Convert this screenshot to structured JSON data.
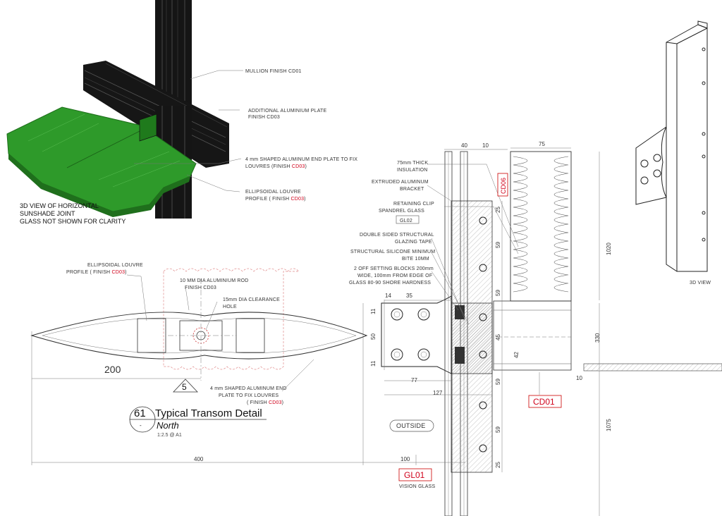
{
  "iso_view": {
    "caption": [
      "3D VIEW OF HORIZONTAL",
      "SUNSHADE JOINT",
      "GLASS NOT SHOWN FOR CLARITY"
    ],
    "labels": {
      "mullion": "MULLION FINISH CD01",
      "plate1": "ADDITIONAL ALUMINIUM PLATE",
      "plate2": "FINISH CD03",
      "endplate1": "4 mm SHAPED ALUMINUM END PLATE TO FIX",
      "endplate2": "LOUVRES (FINISH ",
      "endplate_code": "CD03",
      "endplate_close": ")",
      "louvre1": "ELLIPSOIDAL LOUVRE",
      "louvre2": "PROFILE  ( FINISH ",
      "louvre_code": "CD03",
      "louvre_close": ")"
    },
    "colors": {
      "louvre": "#2e9a2a",
      "louvre_dark": "#1f6f1c",
      "steel": "#141414"
    }
  },
  "right_view": {
    "caption": "3D VIEW"
  },
  "section": {
    "labels": {
      "insulation1": "75mm THICK",
      "insulation2": "INSULATION",
      "bracket1": "EXTRUDED ALUMINUM",
      "bracket2": "BRACKET",
      "clip1": "RETAINING CLIP",
      "spandrel": "SPANDREL GLASS",
      "gl02": "GL02",
      "tape1": "DOUBLE SIDED STRUCTURAL",
      "tape2": "GLAZING TAPE",
      "silicone1": "STRUCTURAL SILICONE MINIMUM",
      "silicone2": "BITE 10MM",
      "blocks1": "2 OFF SETTING BLOCKS  200mm",
      "blocks2": "WIDE, 100mm FROM EDGE OF",
      "blocks3": "GLASS  80-90 SHORE HARDNESS",
      "cd06": "CD06",
      "cd01": "CD01",
      "gl01": "GL01",
      "outside": "OUTSIDE",
      "vision": "VISION GLASS"
    },
    "dims": {
      "d40": "40",
      "d10a": "10",
      "d75": "75",
      "d25a": "25",
      "d59a": "59",
      "d59b": "59",
      "d1020": "1020",
      "d330": "330",
      "d45": "45",
      "d42": "42",
      "d10b": "10",
      "d59c": "59",
      "d59d": "59",
      "d25b": "25",
      "d1075": "1075",
      "d14": "14",
      "d35": "35",
      "d11a": "11",
      "d50": "50",
      "d11b": "11",
      "d77": "77",
      "d127": "127",
      "d100": "100",
      "d400": "400",
      "d200": "200"
    }
  },
  "louvre_detail": {
    "labels": {
      "prof1": "ELLIPSOIDAL LOUVRE",
      "prof2": "PROFILE  ( FINISH ",
      "prof_code": "CD03",
      "prof_close": ")",
      "rod1": "10 MM DIA ALUMINIUM ROD",
      "rod2": "FINISH CD03",
      "hole1": "15mm DIA CLEARANCE",
      "hole2": "HOLE",
      "end1": "4 mm SHAPED ALUMINUM END",
      "end2": "PLATE TO FIX LOUVRES",
      "end3": "( FINISH ",
      "end_code": "CD03",
      "end_close": ")",
      "callout": "5"
    }
  },
  "title_block": {
    "number": "61",
    "title": "Typical Transom Detail",
    "subtitle": "North",
    "scale": "1:2.5 @ A1",
    "dash": "-"
  }
}
